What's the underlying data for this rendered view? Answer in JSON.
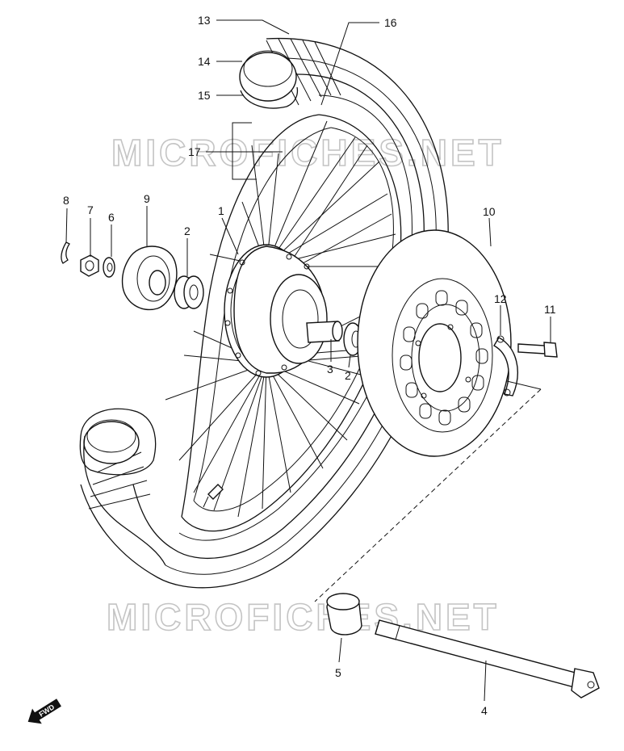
{
  "watermarks": [
    "MICROFICHES.NET",
    "MICROFICHES.NET"
  ],
  "fwd_label": "FWD",
  "callouts": [
    {
      "id": "13",
      "label": "13"
    },
    {
      "id": "14",
      "label": "14"
    },
    {
      "id": "15",
      "label": "15"
    },
    {
      "id": "16",
      "label": "16"
    },
    {
      "id": "17",
      "label": "17"
    },
    {
      "id": "8",
      "label": "8"
    },
    {
      "id": "7",
      "label": "7"
    },
    {
      "id": "6",
      "label": "6"
    },
    {
      "id": "9",
      "label": "9"
    },
    {
      "id": "2a",
      "label": "2"
    },
    {
      "id": "1",
      "label": "1"
    },
    {
      "id": "10",
      "label": "10"
    },
    {
      "id": "12",
      "label": "12"
    },
    {
      "id": "11",
      "label": "11"
    },
    {
      "id": "3",
      "label": "3"
    },
    {
      "id": "2b",
      "label": "2"
    },
    {
      "id": "5",
      "label": "5"
    },
    {
      "id": "4",
      "label": "4"
    }
  ]
}
